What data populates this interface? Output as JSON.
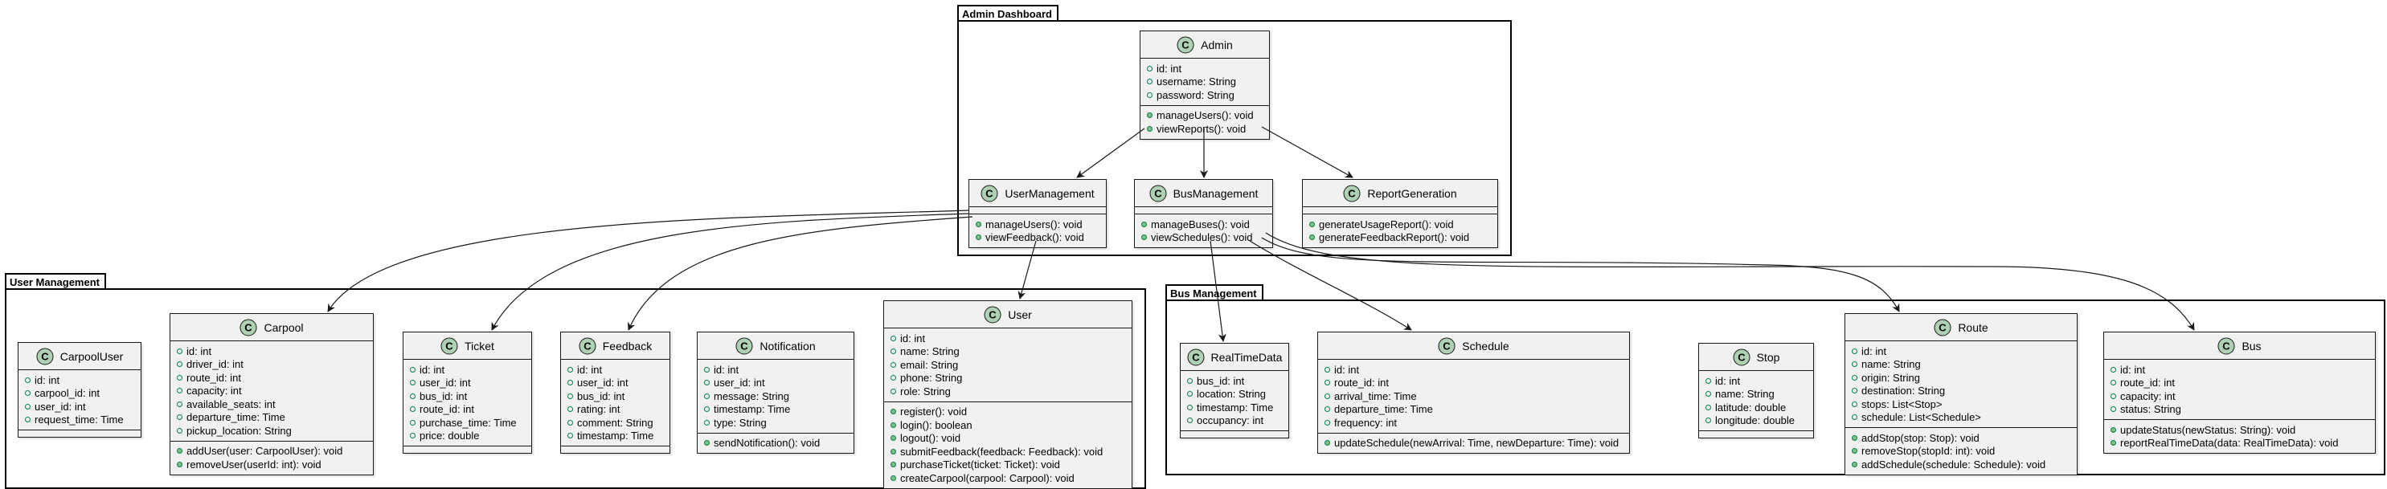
{
  "packages": {
    "admin": {
      "title": "Admin Dashboard"
    },
    "user_mgmt": {
      "title": "User Management"
    },
    "bus_mgmt": {
      "title": "Bus Management"
    }
  },
  "stereotype_letter": "C",
  "classes": {
    "admin": {
      "name": "Admin",
      "fields": [
        "id: int",
        "username: String",
        "password: String"
      ],
      "methods": [
        "manageUsers(): void",
        "viewReports(): void"
      ]
    },
    "user_management": {
      "name": "UserManagement",
      "fields": [],
      "methods": [
        "manageUsers(): void",
        "viewFeedback(): void"
      ]
    },
    "bus_management": {
      "name": "BusManagement",
      "fields": [],
      "methods": [
        "manageBuses(): void",
        "viewSchedules(): void"
      ]
    },
    "report_generation": {
      "name": "ReportGeneration",
      "fields": [],
      "methods": [
        "generateUsageReport(): void",
        "generateFeedbackReport(): void"
      ]
    },
    "carpool_user": {
      "name": "CarpoolUser",
      "fields": [
        "id: int",
        "carpool_id: int",
        "user_id: int",
        "request_time: Time"
      ],
      "methods": []
    },
    "carpool": {
      "name": "Carpool",
      "fields": [
        "id: int",
        "driver_id: int",
        "route_id: int",
        "capacity: int",
        "available_seats: int",
        "departure_time: Time",
        "pickup_location: String"
      ],
      "methods": [
        "addUser(user: CarpoolUser): void",
        "removeUser(userId: int): void"
      ]
    },
    "ticket": {
      "name": "Ticket",
      "fields": [
        "id: int",
        "user_id: int",
        "bus_id: int",
        "route_id: int",
        "purchase_time: Time",
        "price: double"
      ],
      "methods": []
    },
    "feedback": {
      "name": "Feedback",
      "fields": [
        "id: int",
        "user_id: int",
        "bus_id: int",
        "rating: int",
        "comment: String",
        "timestamp: Time"
      ],
      "methods": []
    },
    "notification": {
      "name": "Notification",
      "fields": [
        "id: int",
        "user_id: int",
        "message: String",
        "timestamp: Time",
        "type: String"
      ],
      "methods": [
        "sendNotification(): void"
      ]
    },
    "user": {
      "name": "User",
      "fields": [
        "id: int",
        "name: String",
        "email: String",
        "phone: String",
        "role: String"
      ],
      "methods": [
        "register(): void",
        "login(): boolean",
        "logout(): void",
        "submitFeedback(feedback: Feedback): void",
        "purchaseTicket(ticket: Ticket): void",
        "createCarpool(carpool: Carpool): void"
      ]
    },
    "realtime_data": {
      "name": "RealTimeData",
      "fields": [
        "bus_id: int",
        "location: String",
        "timestamp: Time",
        "occupancy: int"
      ],
      "methods": []
    },
    "schedule": {
      "name": "Schedule",
      "fields": [
        "id: int",
        "route_id: int",
        "arrival_time: Time",
        "departure_time: Time",
        "frequency: int"
      ],
      "methods": [
        "updateSchedule(newArrival: Time, newDeparture: Time): void"
      ]
    },
    "stop": {
      "name": "Stop",
      "fields": [
        "id: int",
        "name: String",
        "latitude: double",
        "longitude: double"
      ],
      "methods": []
    },
    "route": {
      "name": "Route",
      "fields": [
        "id: int",
        "name: String",
        "origin: String",
        "destination: String",
        "stops: List<Stop>",
        "schedule: List<Schedule>"
      ],
      "methods": [
        "addStop(stop: Stop): void",
        "removeStop(stopId: int): void",
        "addSchedule(schedule: Schedule): void"
      ]
    },
    "bus": {
      "name": "Bus",
      "fields": [
        "id: int",
        "route_id: int",
        "capacity: int",
        "status: String"
      ],
      "methods": [
        "updateStatus(newStatus: String): void",
        "reportRealTimeData(data: RealTimeData): void"
      ]
    }
  },
  "colors": {
    "class_fill": "#f1f1f1",
    "class_border": "#181818",
    "circle_fill": "#add1b2",
    "field_marker": "#038048",
    "method_marker": "#84be84"
  }
}
